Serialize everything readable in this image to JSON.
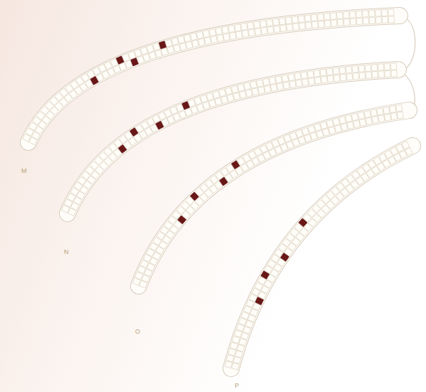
{
  "diagram": {
    "labels": [
      "M",
      "N",
      "O",
      "P"
    ]
  }
}
